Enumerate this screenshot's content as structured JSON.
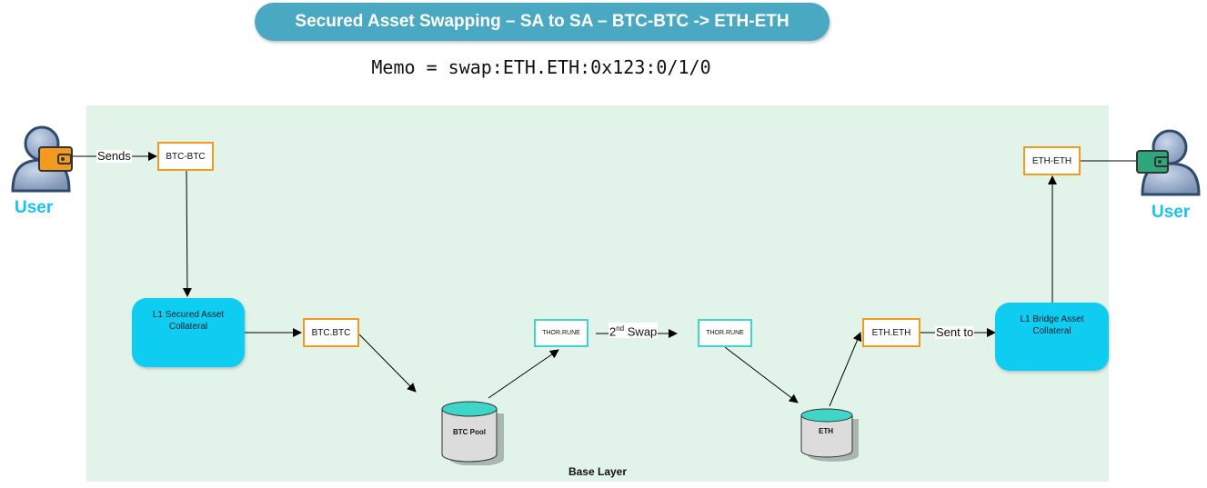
{
  "title": "Secured Asset Swapping – SA to SA – BTC-BTC -> ETH-ETH",
  "memo": "Memo = swap:ETH.ETH:0x123:0/1/0",
  "base_layer_label": "Base Layer",
  "users": {
    "left_label": "User",
    "right_label": "User"
  },
  "nodes": {
    "btc_btc": "BTC-BTC",
    "l1_secured": "L1 Secured Asset Collateral",
    "btc_dot_btc": "BTC.BTC",
    "btc_pool": "BTC Pool",
    "thor_rune_1": "THOR.RUNE",
    "thor_rune_2": "THOR.RUNE",
    "eth_pool": "ETH",
    "eth_dot_eth": "ETH.ETH",
    "l1_bridge": "L1 Bridge Asset Collateral",
    "eth_eth": "ETH-ETH"
  },
  "edge_labels": {
    "sends": "Sends",
    "second_swap_prefix": "2",
    "second_swap_sup": "nd",
    "second_swap_word": "Swap",
    "sent_to": "Sent to"
  },
  "colors": {
    "title_bg": "#4aa9c2",
    "base_layer_bg": "#e2f4ea",
    "collateral": "#0fcdf1",
    "orange_border": "#f29a1e",
    "teal_border": "#3fd6c8",
    "user_label": "#19c3f0",
    "wallet_left": "#f29a1e",
    "wallet_right": "#2ea77a"
  },
  "icons": {
    "user_left": "user-wallet-icon",
    "user_right": "user-wallet-icon",
    "pools": "database-cylinder-icon"
  }
}
